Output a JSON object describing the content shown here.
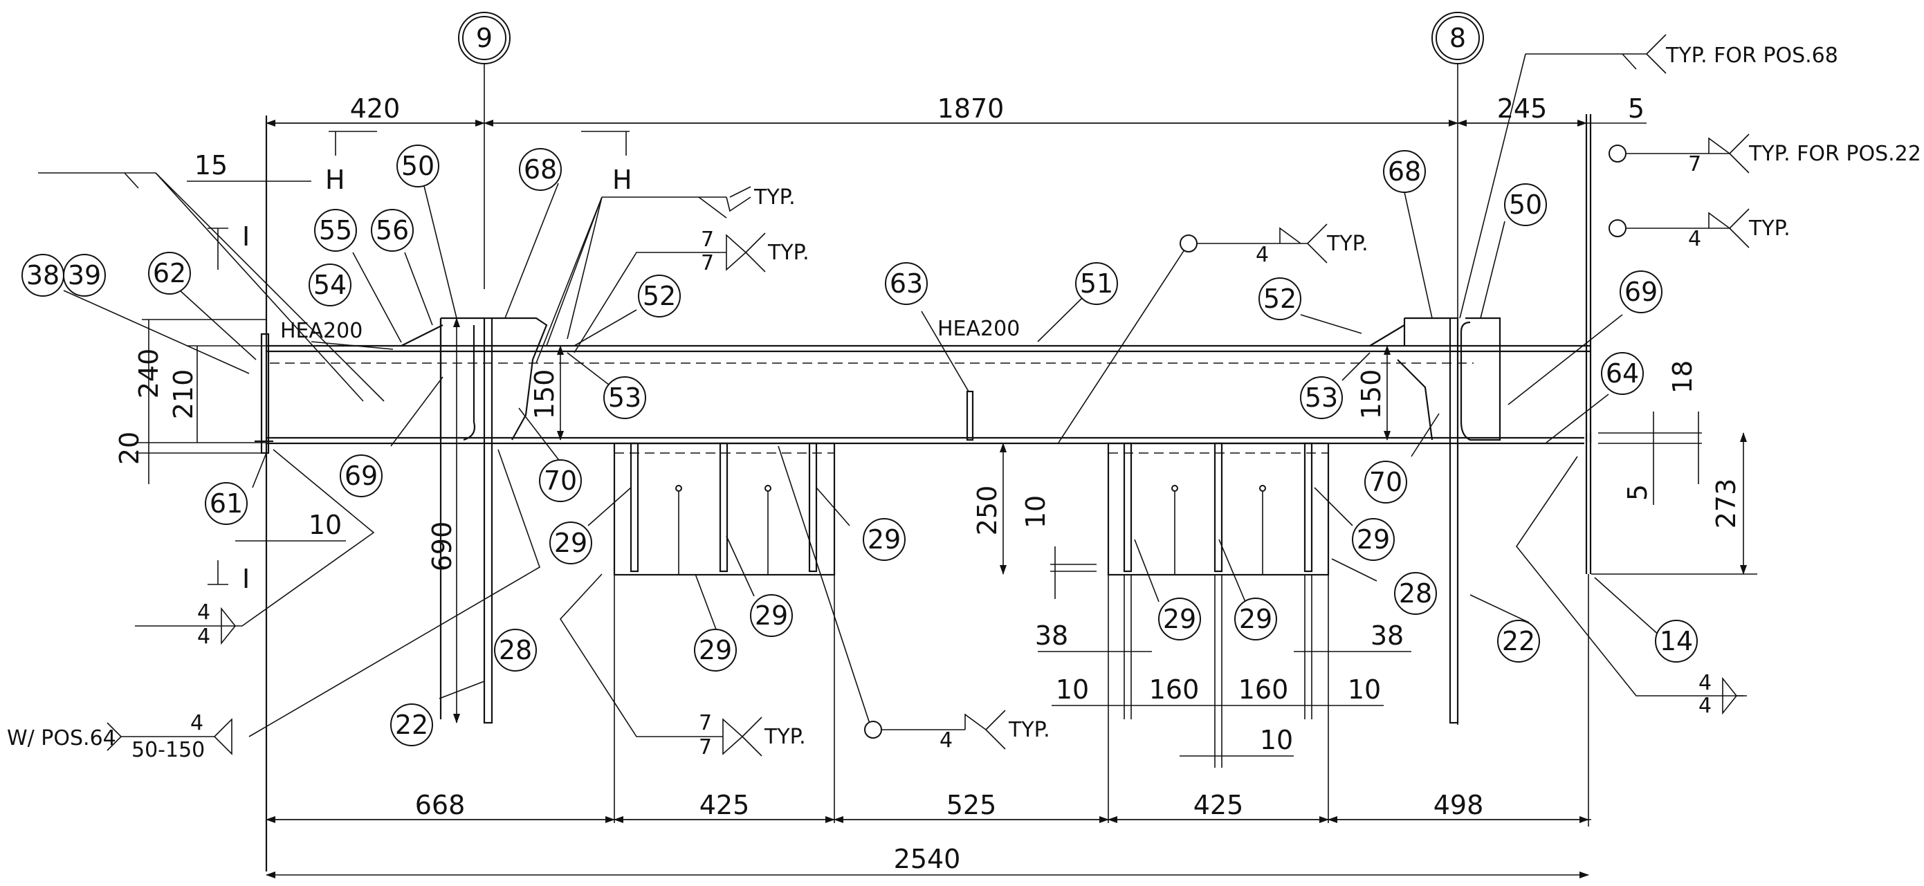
{
  "grid": [
    "9",
    "8"
  ],
  "section_marks": [
    "H",
    "H",
    "I",
    "I"
  ],
  "section_labels": [
    "HEA200",
    "HEA200"
  ],
  "dims": {
    "top": [
      "420",
      "1870",
      "245",
      "5"
    ],
    "d15": "15",
    "left_v": [
      "240",
      "210",
      "20"
    ],
    "d10_left": "10",
    "d690": "690",
    "d150": [
      "150",
      "150"
    ],
    "d250": "250",
    "d10_mid": "10",
    "d38": [
      "38",
      "38"
    ],
    "row10": [
      "10",
      "160",
      "160",
      "10"
    ],
    "d10_low": "10",
    "right_v": [
      "18",
      "5",
      "273"
    ],
    "bottom": [
      "668",
      "425",
      "525",
      "425",
      "498"
    ],
    "total": "2540"
  },
  "balloons": [
    {
      "t": "38"
    },
    {
      "t": "39"
    },
    {
      "t": "62"
    },
    {
      "t": "54"
    },
    {
      "t": "55"
    },
    {
      "t": "56"
    },
    {
      "t": "50"
    },
    {
      "t": "68"
    },
    {
      "t": "52"
    },
    {
      "t": "53"
    },
    {
      "t": "69"
    },
    {
      "t": "70"
    },
    {
      "t": "61"
    },
    {
      "t": "63"
    },
    {
      "t": "51"
    },
    {
      "t": "29"
    },
    {
      "t": "29"
    },
    {
      "t": "29"
    },
    {
      "t": "29"
    },
    {
      "t": "28"
    },
    {
      "t": "22"
    },
    {
      "t": "29"
    },
    {
      "t": "29"
    },
    {
      "t": "29"
    },
    {
      "t": "28"
    },
    {
      "t": "68"
    },
    {
      "t": "50"
    },
    {
      "t": "52"
    },
    {
      "t": "53"
    },
    {
      "t": "70"
    },
    {
      "t": "69"
    },
    {
      "t": "64"
    },
    {
      "t": "22"
    },
    {
      "t": "14"
    }
  ],
  "welds": {
    "typ_pos68": "TYP. FOR POS.68",
    "typ_pos22": "TYP. FOR POS.22",
    "typ": "TYP.",
    "w7": "7",
    "w4": "4",
    "w_pos64": "W/ POS.64",
    "w50_150": "50-150"
  }
}
